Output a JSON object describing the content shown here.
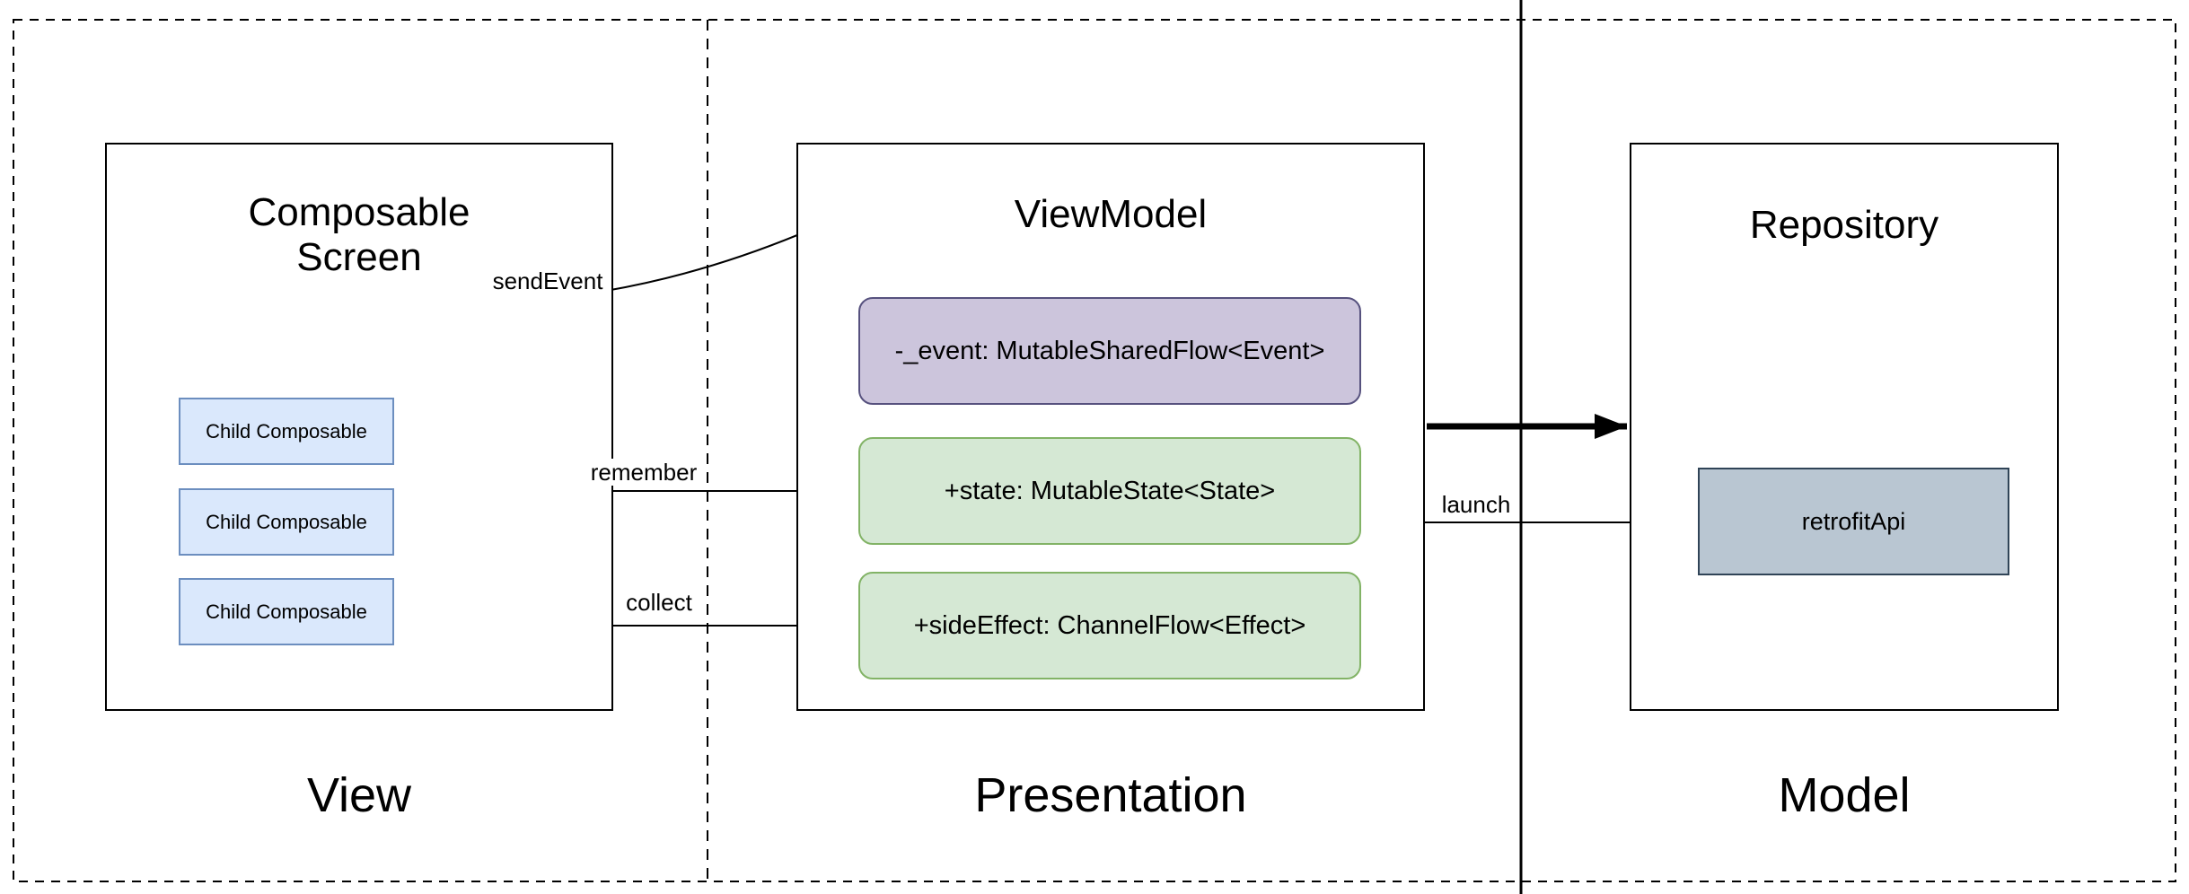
{
  "colors": {
    "line": "#000000",
    "child_fill": "#dae8fc",
    "child_stroke": "#6c8ebf",
    "event_fill": "#ccc5dc",
    "event_stroke": "#56517e",
    "green_fill": "#d5e8d4",
    "green_stroke": "#82b366",
    "api_fill": "#b9c6d2",
    "api_stroke": "#304457"
  },
  "sections": {
    "view": {
      "title": "Composable Screen",
      "footer": "View",
      "children": [
        "Child Composable",
        "Child Composable",
        "Child Composable"
      ]
    },
    "presentation": {
      "title": "ViewModel",
      "footer": "Presentation",
      "flows": [
        {
          "text": "-_event: MutableSharedFlow<Event>",
          "kind": "event"
        },
        {
          "text": "+state: MutableState<State>",
          "kind": "state"
        },
        {
          "text": "+sideEffect: ChannelFlow<Effect>",
          "kind": "sideEffect"
        }
      ]
    },
    "model": {
      "title": "Repository",
      "footer": "Model",
      "api_box": "retrofitApi"
    }
  },
  "arrows": {
    "send_event": {
      "label": "sendEvent"
    },
    "remember": {
      "label": "remember"
    },
    "collect": {
      "label": "collect"
    },
    "launch": {
      "label": "launch"
    }
  }
}
